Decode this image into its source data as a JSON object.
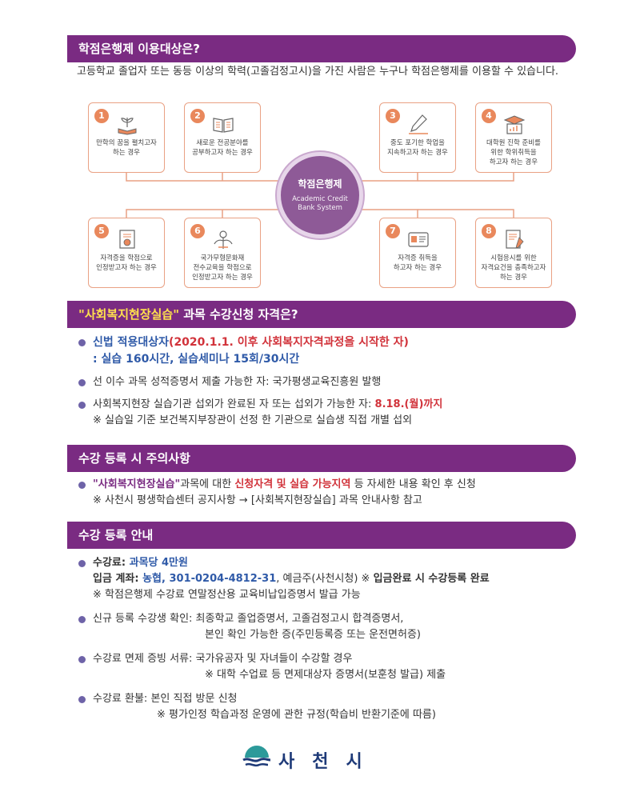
{
  "sections": {
    "s1": {
      "title": "학점은행제 이용대상은?"
    },
    "s2": {
      "title_highlight": "\"사회복지현장실습\"",
      "title_rest": " 과목 수강신청 자격은?"
    },
    "s3": {
      "title": "수강 등록 시 주의사항"
    },
    "s4": {
      "title": "수강 등록 안내"
    }
  },
  "intro": "고등학교 졸업자 또는 동등 이상의 학력(고졸검정고시)을 가진 사람은 누구나 학점은행제를 이용할 수 있습니다.",
  "hub": {
    "title": "학점은행제",
    "subtitle": "Academic Credit\nBank System"
  },
  "cards": [
    {
      "num": "1",
      "text": "만학의 꿈을 펼치고자\n하는 경우",
      "icon": "plant-book-icon"
    },
    {
      "num": "2",
      "text": "새로운 전공분야를\n공부하고자 하는 경우",
      "icon": "open-book-icon"
    },
    {
      "num": "3",
      "text": "중도 포기한 학업을\n지속하고자 하는 경우",
      "icon": "pen-icon"
    },
    {
      "num": "4",
      "text": "대학원 진학 준비를\n위한 학위취득을\n하고자 하는 경우",
      "icon": "graduation-cap-icon"
    },
    {
      "num": "5",
      "text": "자격증을 학점으로\n인정받고자 하는 경우",
      "icon": "certificate-icon"
    },
    {
      "num": "6",
      "text": "국가무형문화재\n전수교육을 학점으로\n인정받고자 하는 경우",
      "icon": "culture-icon"
    },
    {
      "num": "7",
      "text": "자격증 취득을\n하고자 하는 경우",
      "icon": "id-card-icon"
    },
    {
      "num": "8",
      "text": "시험응시를 위한\n자격요건을 충족하고자\n하는 경우",
      "icon": "exam-paper-icon"
    }
  ],
  "s2_items": {
    "a1": "신법 적용대상자",
    "a2": "(2020.1.1. 이후 사회복지자격과정을 시작한 자)",
    "a3": ": 실습 160시간, 실습세미나 15회/30시간",
    "b1": "선 이수 과목 성적증명서 제출 가능한 자: 국가평생교육진흥원 발행",
    "c1": "사회복지현장 실습기관 섭외가 완료된 자 또는 섭외가 가능한 자: ",
    "c2": "8.18.(월)까지",
    "c3": "※ 실습일 기준 보건복지부장관이 선정 한 기관으로 실습생 직접 개별 섭외"
  },
  "s3_items": {
    "a1": "\"사회복지현장실습\"",
    "a2": "과목에 대한 ",
    "a3": "신청자격 및 실습 가능지역",
    "a4": " 등 자세한 내용 확인 후 신청",
    "a5": "※ 사천시 평생학습센터 공지사항 → [사회복지현장실습] 과목 안내사항 참고"
  },
  "s4_items": {
    "fee_label": "수강료: ",
    "fee_value": "과목당 4만원",
    "acct_label": "입금 계좌: ",
    "acct_value": "농협, 301-0204-4812-31",
    "acct_holder": ", 예금주(사천시청)",
    "acct_note_mark": "  ※ ",
    "acct_note": "입금완료 시 수강등록 완료",
    "fee_note": "※ 학점은행제 수강료 연말정산용 교육비납입증명서 발급 가능",
    "new_line1": "신규 등록 수강생 확인: 최종학교 졸업증명서, 고졸검정고시 합격증명서,",
    "new_line2": "본인 확인 가능한 증(주민등록증 또는 운전면허증)",
    "waive_line1": "수강료 면제 증빙 서류: 국가유공자 및 자녀들이 수강할 경우",
    "waive_line2": "※ 대학 수업료 등 면제대상자 증명서(보훈청 발급) 제출",
    "refund_line1": "수강료 환불: 본인 직접 방문 신청",
    "refund_line2": "※  평가인정 학습과정 운영에 관한 규정(학습비 반환기준에 따름)"
  },
  "footer": {
    "city": "사천시"
  },
  "colors": {
    "header_bg": "#7a2b82",
    "highlight": "#ffe14d",
    "accent_red": "#d1323a",
    "accent_blue": "#2f5aa8",
    "card_border": "#e9a184",
    "hub_bg": "#8e5a97"
  }
}
